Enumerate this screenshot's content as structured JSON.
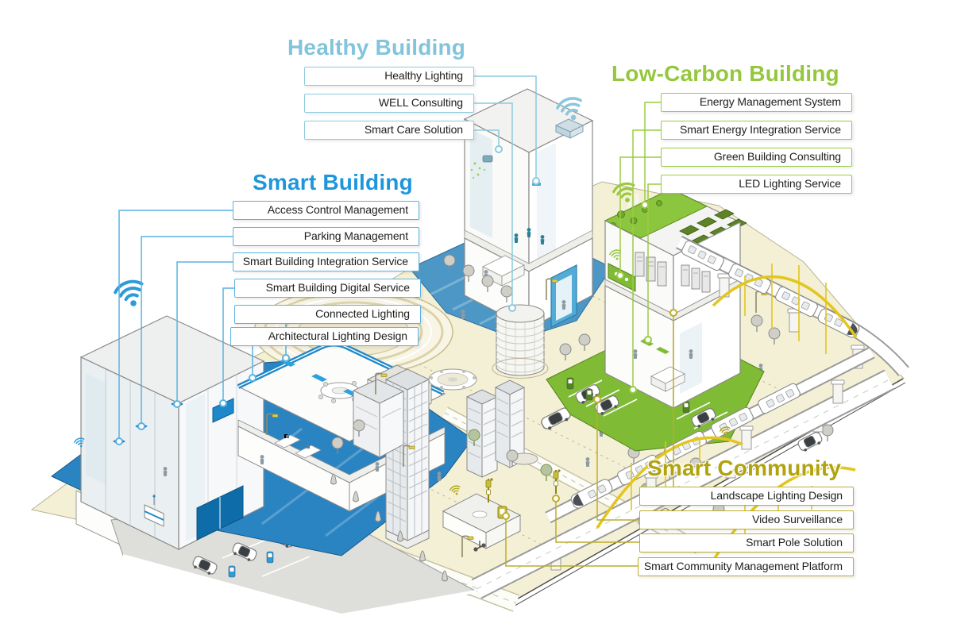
{
  "sections": {
    "healthy_building": {
      "title": "Healthy Building",
      "color": "#82c4db",
      "items": [
        "Healthy Lighting",
        "WELL Consulting",
        "Smart Care Solution"
      ]
    },
    "smart_building": {
      "title": "Smart Building",
      "color": "#1e96dc",
      "items": [
        "Access Control Management",
        "Parking Management",
        "Smart Building Integration Service",
        "Smart Building Digital Service",
        "Connected Lighting",
        "Architectural Lighting Design"
      ]
    },
    "low_carbon_building": {
      "title": "Low-Carbon Building",
      "color": "#94c73c",
      "items": [
        "Energy Management System",
        "Smart Energy Integration Service",
        "Green Building Consulting",
        "LED Lighting Service"
      ]
    },
    "smart_community": {
      "title": "Smart Community",
      "color": "#b0a30f",
      "items": [
        "Landscape Lighting Design",
        "Video Surveillance",
        "Smart Pole Solution",
        "Smart Community Management Platform"
      ]
    }
  },
  "palette": {
    "ground": "#f4f0d5",
    "plaza_blue": "#2b84c2",
    "plaza_blue_light": "#4d97c6",
    "plaza_green": "#7fbb35",
    "accent_blue": "#1e88c9",
    "bridge_yellow": "#e3c51e",
    "outline_grey": "#8a8a8a"
  }
}
